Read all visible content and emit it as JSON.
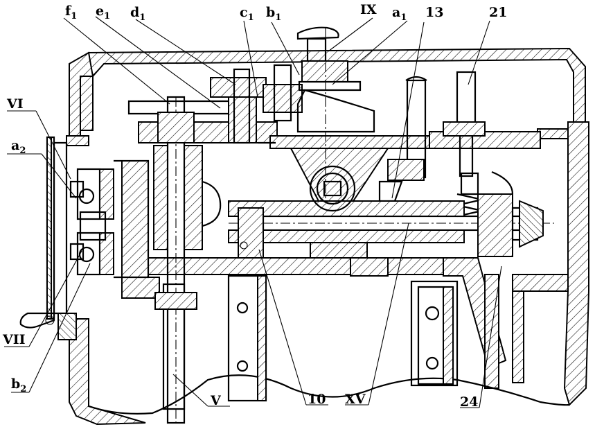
{
  "callouts": {
    "f1": {
      "main": "f",
      "sub": "1"
    },
    "e1": {
      "main": "e",
      "sub": "1"
    },
    "d1": {
      "main": "d",
      "sub": "1"
    },
    "c1": {
      "main": "c",
      "sub": "1"
    },
    "b1": {
      "main": "b",
      "sub": "1"
    },
    "ix": {
      "main": "IX",
      "sub": ""
    },
    "a1": {
      "main": "a",
      "sub": "1"
    },
    "n13": {
      "main": "13",
      "sub": ""
    },
    "n21": {
      "main": "21",
      "sub": ""
    },
    "vi": {
      "main": "VI",
      "sub": ""
    },
    "a2": {
      "main": "a",
      "sub": "2"
    },
    "vii": {
      "main": "VII",
      "sub": ""
    },
    "b2": {
      "main": "b",
      "sub": "2"
    },
    "v": {
      "main": "V",
      "sub": ""
    },
    "n10": {
      "main": "10",
      "sub": ""
    },
    "xv": {
      "main": "XV",
      "sub": ""
    },
    "n24": {
      "main": "24",
      "sub": ""
    }
  }
}
